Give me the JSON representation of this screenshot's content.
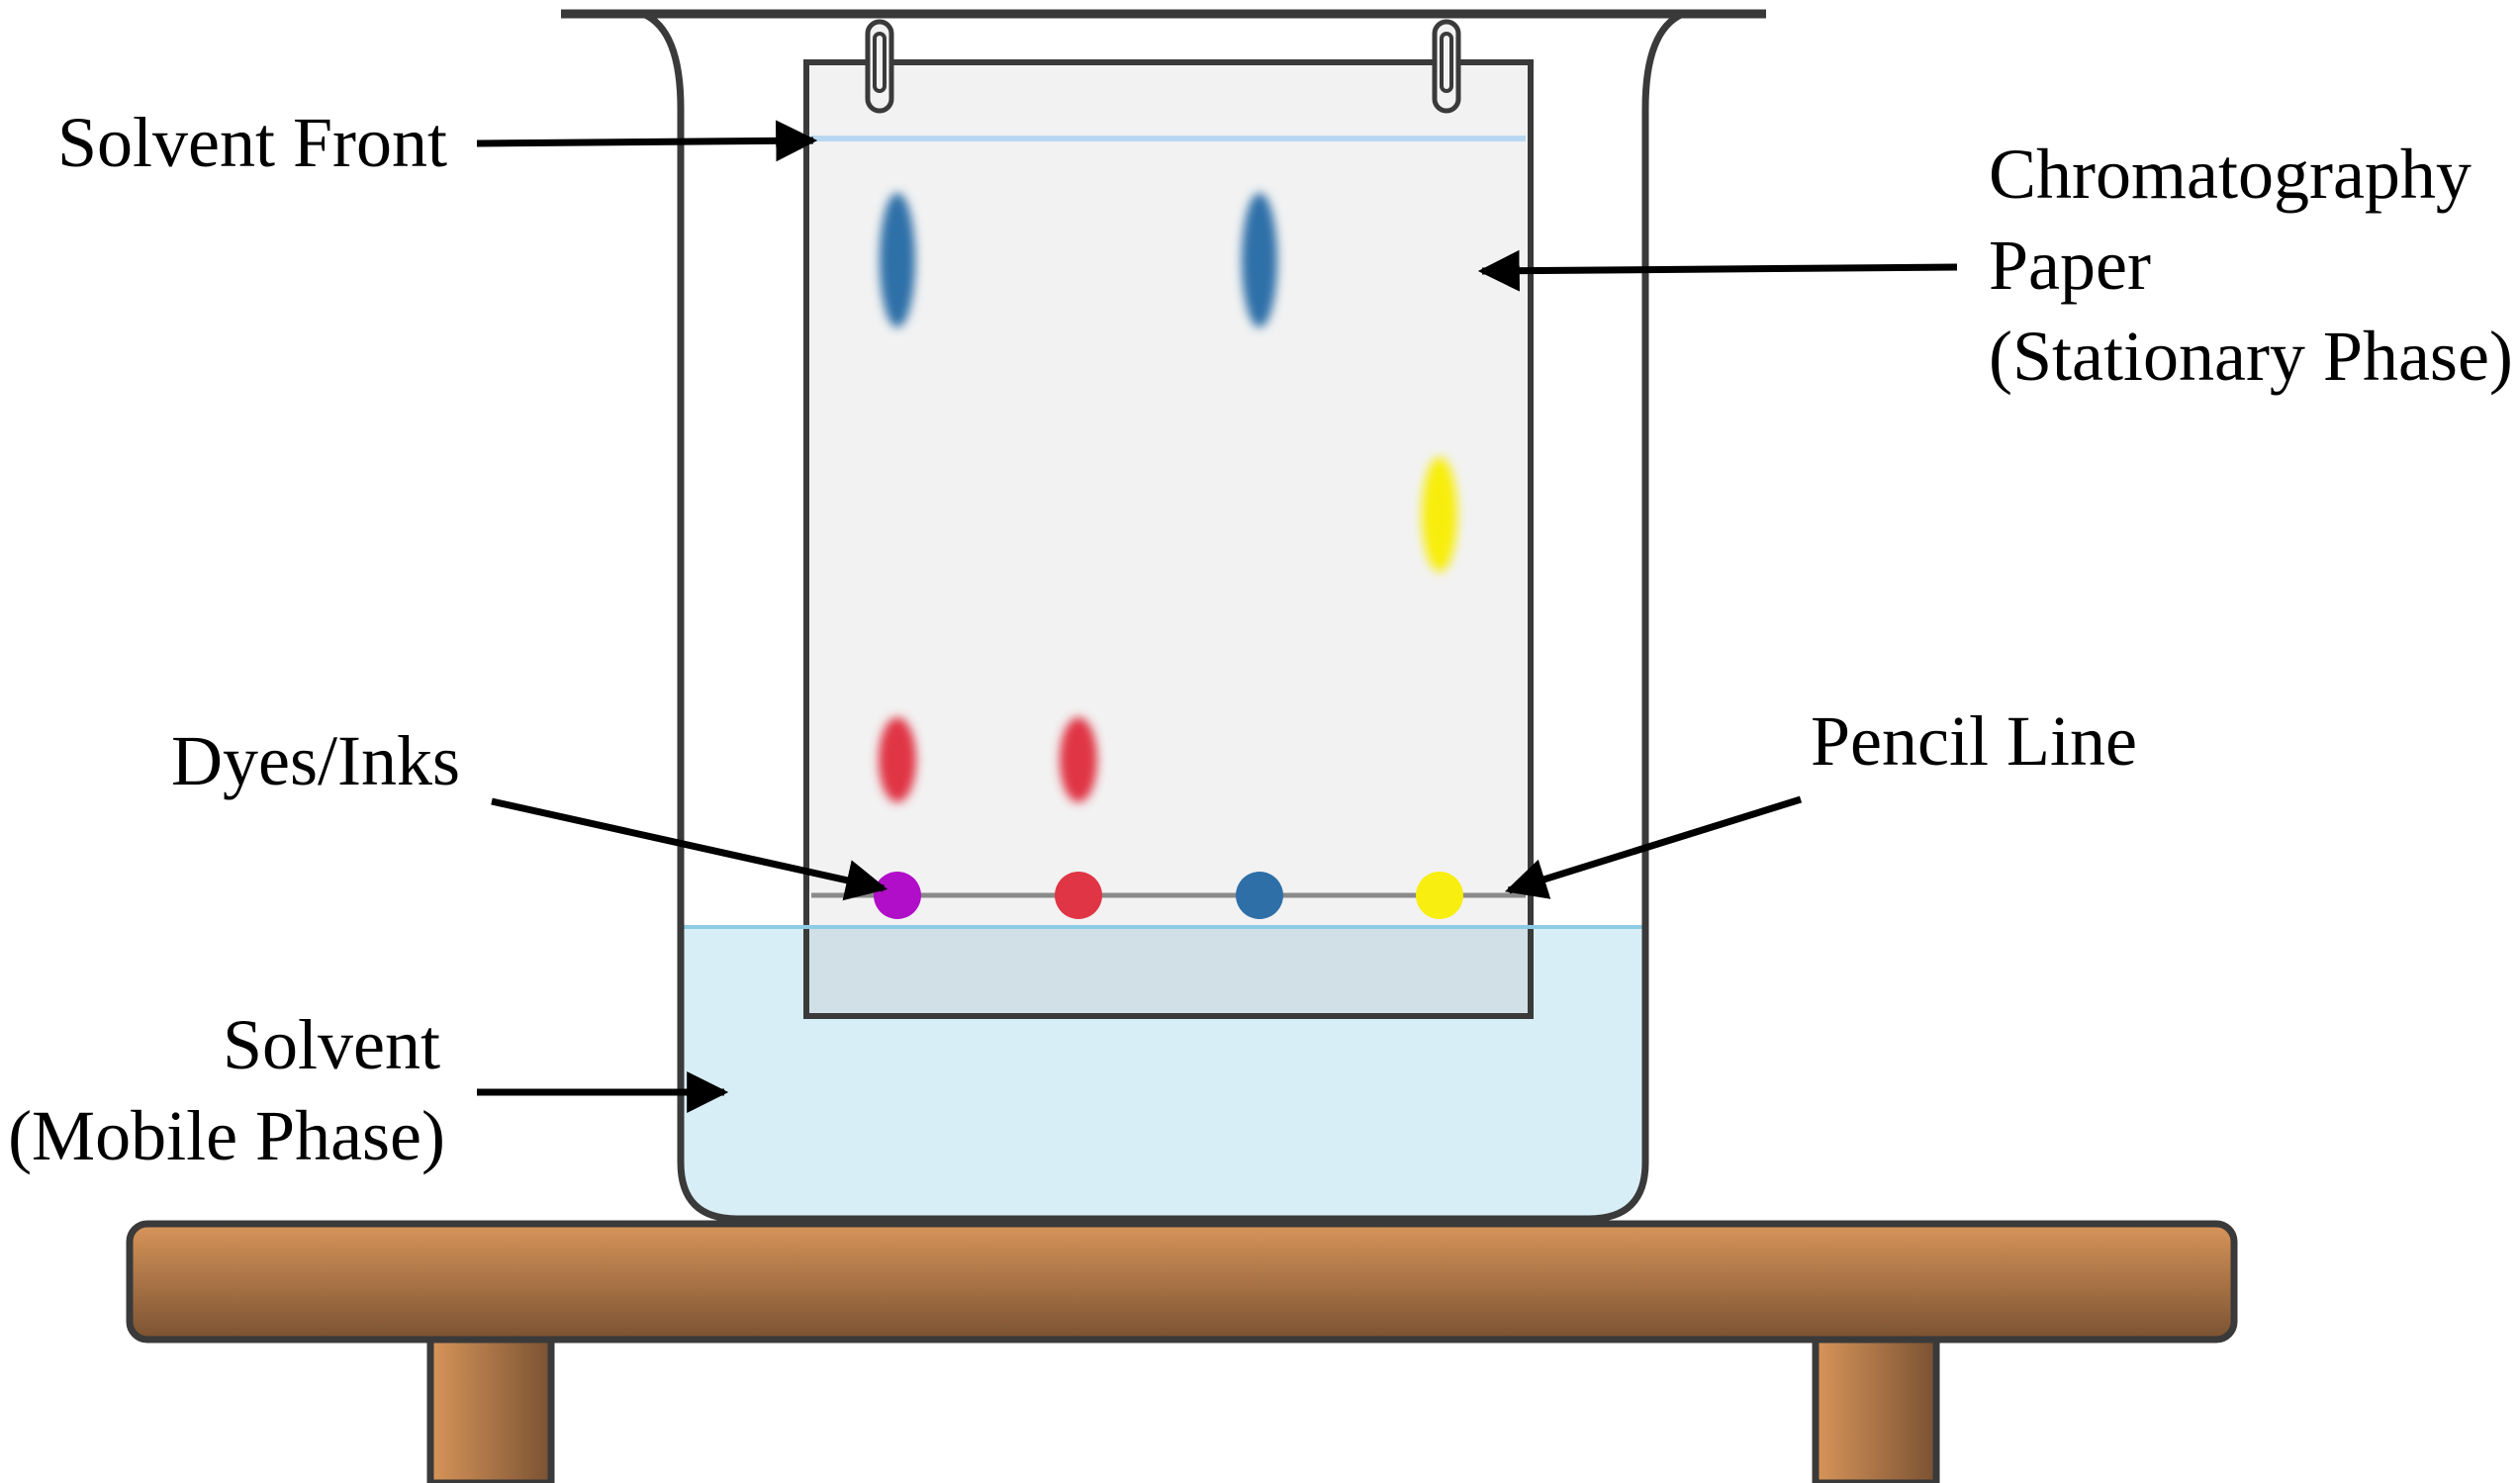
{
  "labels": {
    "solvent_front": "Solvent Front",
    "paper_line1": "Chromatography",
    "paper_line2": "Paper",
    "paper_line3": "(Stationary Phase)",
    "dyes": "Dyes/Inks",
    "pencil_line": "Pencil Line",
    "solvent_line1": "Solvent",
    "solvent_line2": "(Mobile Phase)"
  },
  "dyes": [
    {
      "name": "purple-dye",
      "color": "#b00ec8"
    },
    {
      "name": "red-dye",
      "color": "#e03545"
    },
    {
      "name": "blue-dye",
      "color": "#2e6fa8"
    },
    {
      "name": "yellow-dye",
      "color": "#f8ee10"
    }
  ],
  "separated_spots": [
    {
      "name": "blue-spot-lane-1",
      "color": "#2e6fa8"
    },
    {
      "name": "blue-spot-lane-3",
      "color": "#2e6fa8"
    },
    {
      "name": "yellow-spot-lane-4",
      "color": "#f8ee10"
    },
    {
      "name": "red-spot-lane-1",
      "color": "#e03545"
    },
    {
      "name": "red-spot-lane-2",
      "color": "#e03545"
    }
  ],
  "colors": {
    "outline": "#3a3a3a",
    "paper": "#f2f2f2",
    "solvent": "#d8eef6",
    "solvent_surface": "#8ccbe4",
    "solvent_front": "#b8d8f2",
    "pencil_line": "#8a8a8a",
    "table_light": "#d8955a",
    "table_dark": "#7a5232",
    "arrow": "#000000"
  }
}
